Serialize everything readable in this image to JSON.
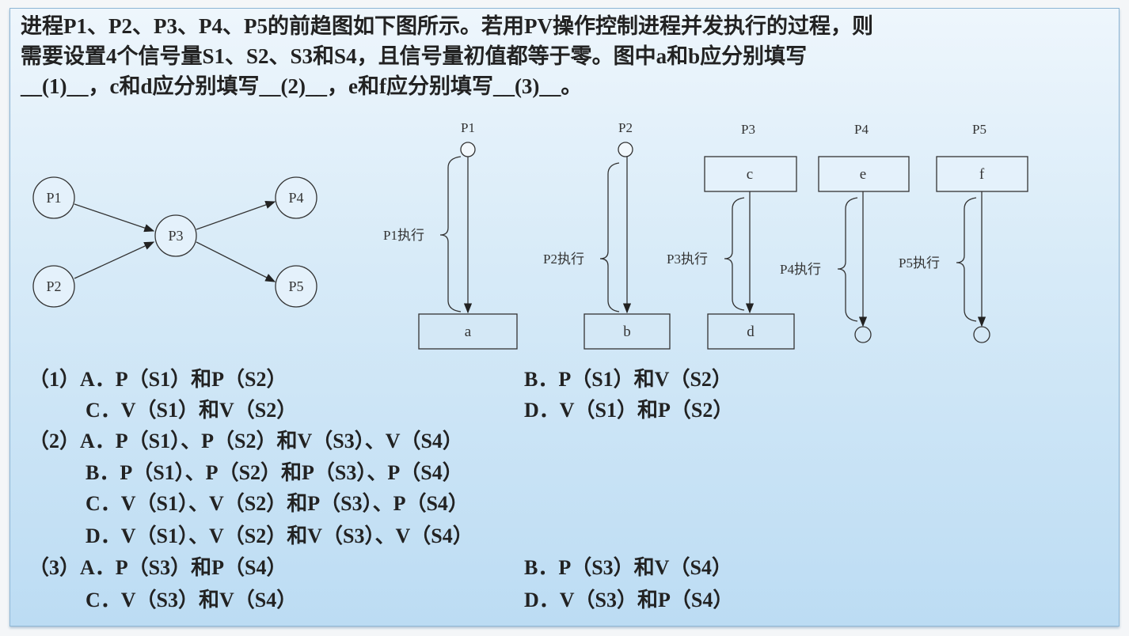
{
  "question": {
    "lines": [
      "进程P1、P2、P3、P4、P5的前趋图如下图所示。若用PV操作控制进程并发执行的过程，则",
      "需要设置4个信号量S1、S2、S3和S4，且信号量初值都等于零。图中a和b应分别填写",
      "__(1)__，c和d应分别填写__(2)__，e和f应分别填写__(3)__。"
    ]
  },
  "precedence_graph": {
    "nodes": [
      "P1",
      "P2",
      "P3",
      "P4",
      "P5"
    ]
  },
  "pv_diagram": {
    "process_labels": [
      "P1",
      "P2",
      "P3",
      "P4",
      "P5"
    ],
    "exec_labels": [
      "P1执行",
      "P2执行",
      "P3执行",
      "P4执行",
      "P5执行"
    ],
    "boxes": {
      "a": "a",
      "b": "b",
      "c": "c",
      "d": "d",
      "e": "e",
      "f": "f"
    }
  },
  "options": [
    {
      "text": "（1）A．P（S1）和P（S2）"
    },
    {
      "text": "B．P（S1）和V（S2）"
    },
    {
      "text": "C．V（S1）和V（S2）"
    },
    {
      "text": "D．V（S1）和P（S2）"
    },
    {
      "text": "（2）A．P（S1）、P（S2）和V（S3）、V（S4）"
    },
    {
      "text": "B．P（S1）、P（S2）和P（S3）、P（S4）"
    },
    {
      "text": "C．V（S1）、V（S2）和P（S3）、P（S4）"
    },
    {
      "text": "D．V（S1）、V（S2）和V（S3）、V（S4）"
    },
    {
      "text": "（3）A．P（S3）和P（S4）"
    },
    {
      "text": "B．P（S3）和V（S4）"
    },
    {
      "text": "C．V（S3）和V（S4）"
    },
    {
      "text": "D．V（S3）和P（S4）"
    }
  ]
}
